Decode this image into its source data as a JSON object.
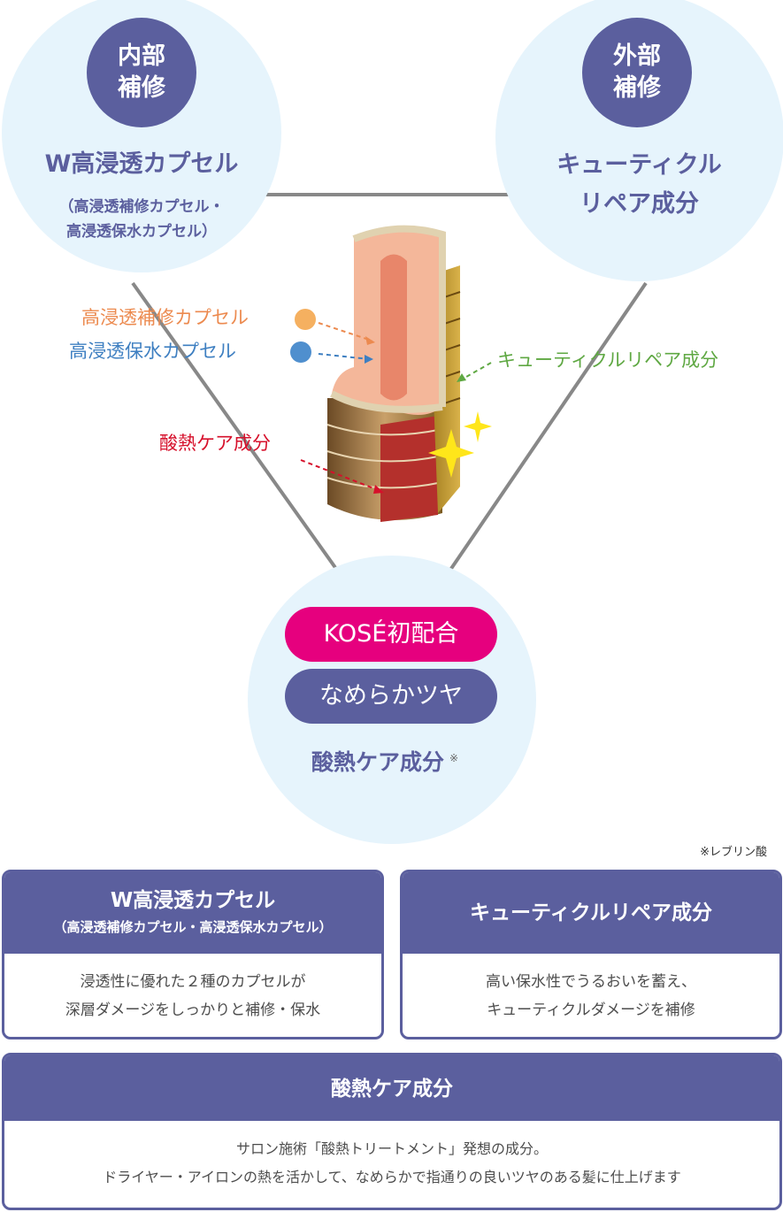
{
  "top_left": {
    "badge_line1": "内部",
    "badge_line2": "補修",
    "title": "W高浸透カプセル",
    "sub_line1": "（高浸透補修カプセル・",
    "sub_line2": "高浸透保水カプセル）"
  },
  "top_right": {
    "badge_line1": "外部",
    "badge_line2": "補修",
    "title_line1": "キューティクル",
    "title_line2": "リペア成分"
  },
  "bottom_circle": {
    "badge_kose": "KOSÉ初配合",
    "badge_smooth": "なめらかツヤ",
    "title": "酸熱ケア成分",
    "mark": "※"
  },
  "callouts": {
    "repair_capsule": "高浸透補修カプセル",
    "moist_capsule": "高浸透保水カプセル",
    "cuticle": "キューティクルリペア成分",
    "acid_heat": "酸熱ケア成分"
  },
  "footnote": "※レブリン酸",
  "boxes": [
    {
      "title": "W高浸透カプセル",
      "subtitle": "（高浸透補修カプセル・高浸透保水カプセル）",
      "line1": "浸透性に優れた２種のカプセルが",
      "line2": "深層ダメージをしっかりと補修・保水"
    },
    {
      "title": "キューティクルリペア成分",
      "line1": "高い保水性でうるおいを蓄え、",
      "line2": "キューティクルダメージを補修"
    },
    {
      "title": "酸熱ケア成分",
      "line1": "サロン施術「酸熱トリートメント」発想の成分。",
      "line2": "ドライヤー・アイロンの熱を活かして、なめらかで指通りの良いツヤのある髪に仕上げます"
    }
  ],
  "colors": {
    "navy": "#5b5f9e",
    "light_blue": "#e6f4fc",
    "magenta": "#e6007e",
    "orange": "#ec8a4f",
    "blue": "#3e7fc1",
    "green": "#5fa843",
    "red": "#d6102b"
  }
}
